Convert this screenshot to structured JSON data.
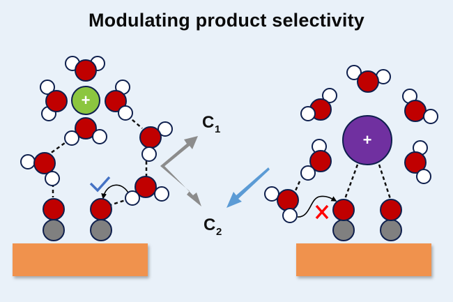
{
  "title": "Modulating product selectivity",
  "products": {
    "c1": {
      "base": "C",
      "sub": "1"
    },
    "c2": {
      "base": "C",
      "sub": "2"
    }
  },
  "left_panel": {
    "cation": {
      "type": "small-hydrated-cation",
      "label": "+"
    },
    "proton_transfer": "allowed",
    "marker": "checkmark"
  },
  "right_panel": {
    "cation": {
      "type": "large-cation",
      "label": "+"
    },
    "proton_transfer": "blocked",
    "marker": "cross"
  },
  "colors": {
    "background": "#e9f1f9",
    "oxygen": "#c00000",
    "hydrogen": "#ffffff",
    "carbon": "#808080",
    "outline": "#0e1f4d",
    "electrode": "#f0924e",
    "small_cation": "#8cc63f",
    "large_cation": "#7030a0",
    "arrow_gray": "#8c8c8c",
    "arrow_blue": "#5b9bd5",
    "check": "#4472c4",
    "cross": "#ff0000"
  }
}
